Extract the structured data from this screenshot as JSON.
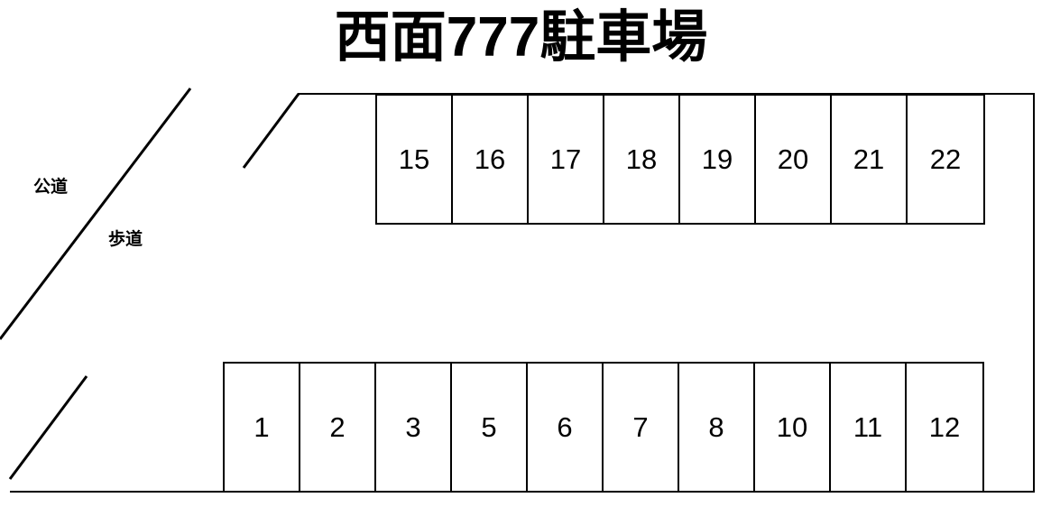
{
  "diagram": {
    "title": "西面777駐車場",
    "labels": {
      "public_road": "公道",
      "sidewalk": "歩道"
    },
    "rows": [
      {
        "name": "top-row",
        "stalls": [
          "15",
          "16",
          "17",
          "18",
          "19",
          "20",
          "21",
          "22"
        ]
      },
      {
        "name": "bottom-row",
        "stalls": [
          "1",
          "2",
          "3",
          "5",
          "6",
          "7",
          "8",
          "10",
          "11",
          "12"
        ]
      }
    ],
    "colors": {
      "line": "#000000",
      "text": "#000000",
      "background": "#ffffff"
    }
  }
}
